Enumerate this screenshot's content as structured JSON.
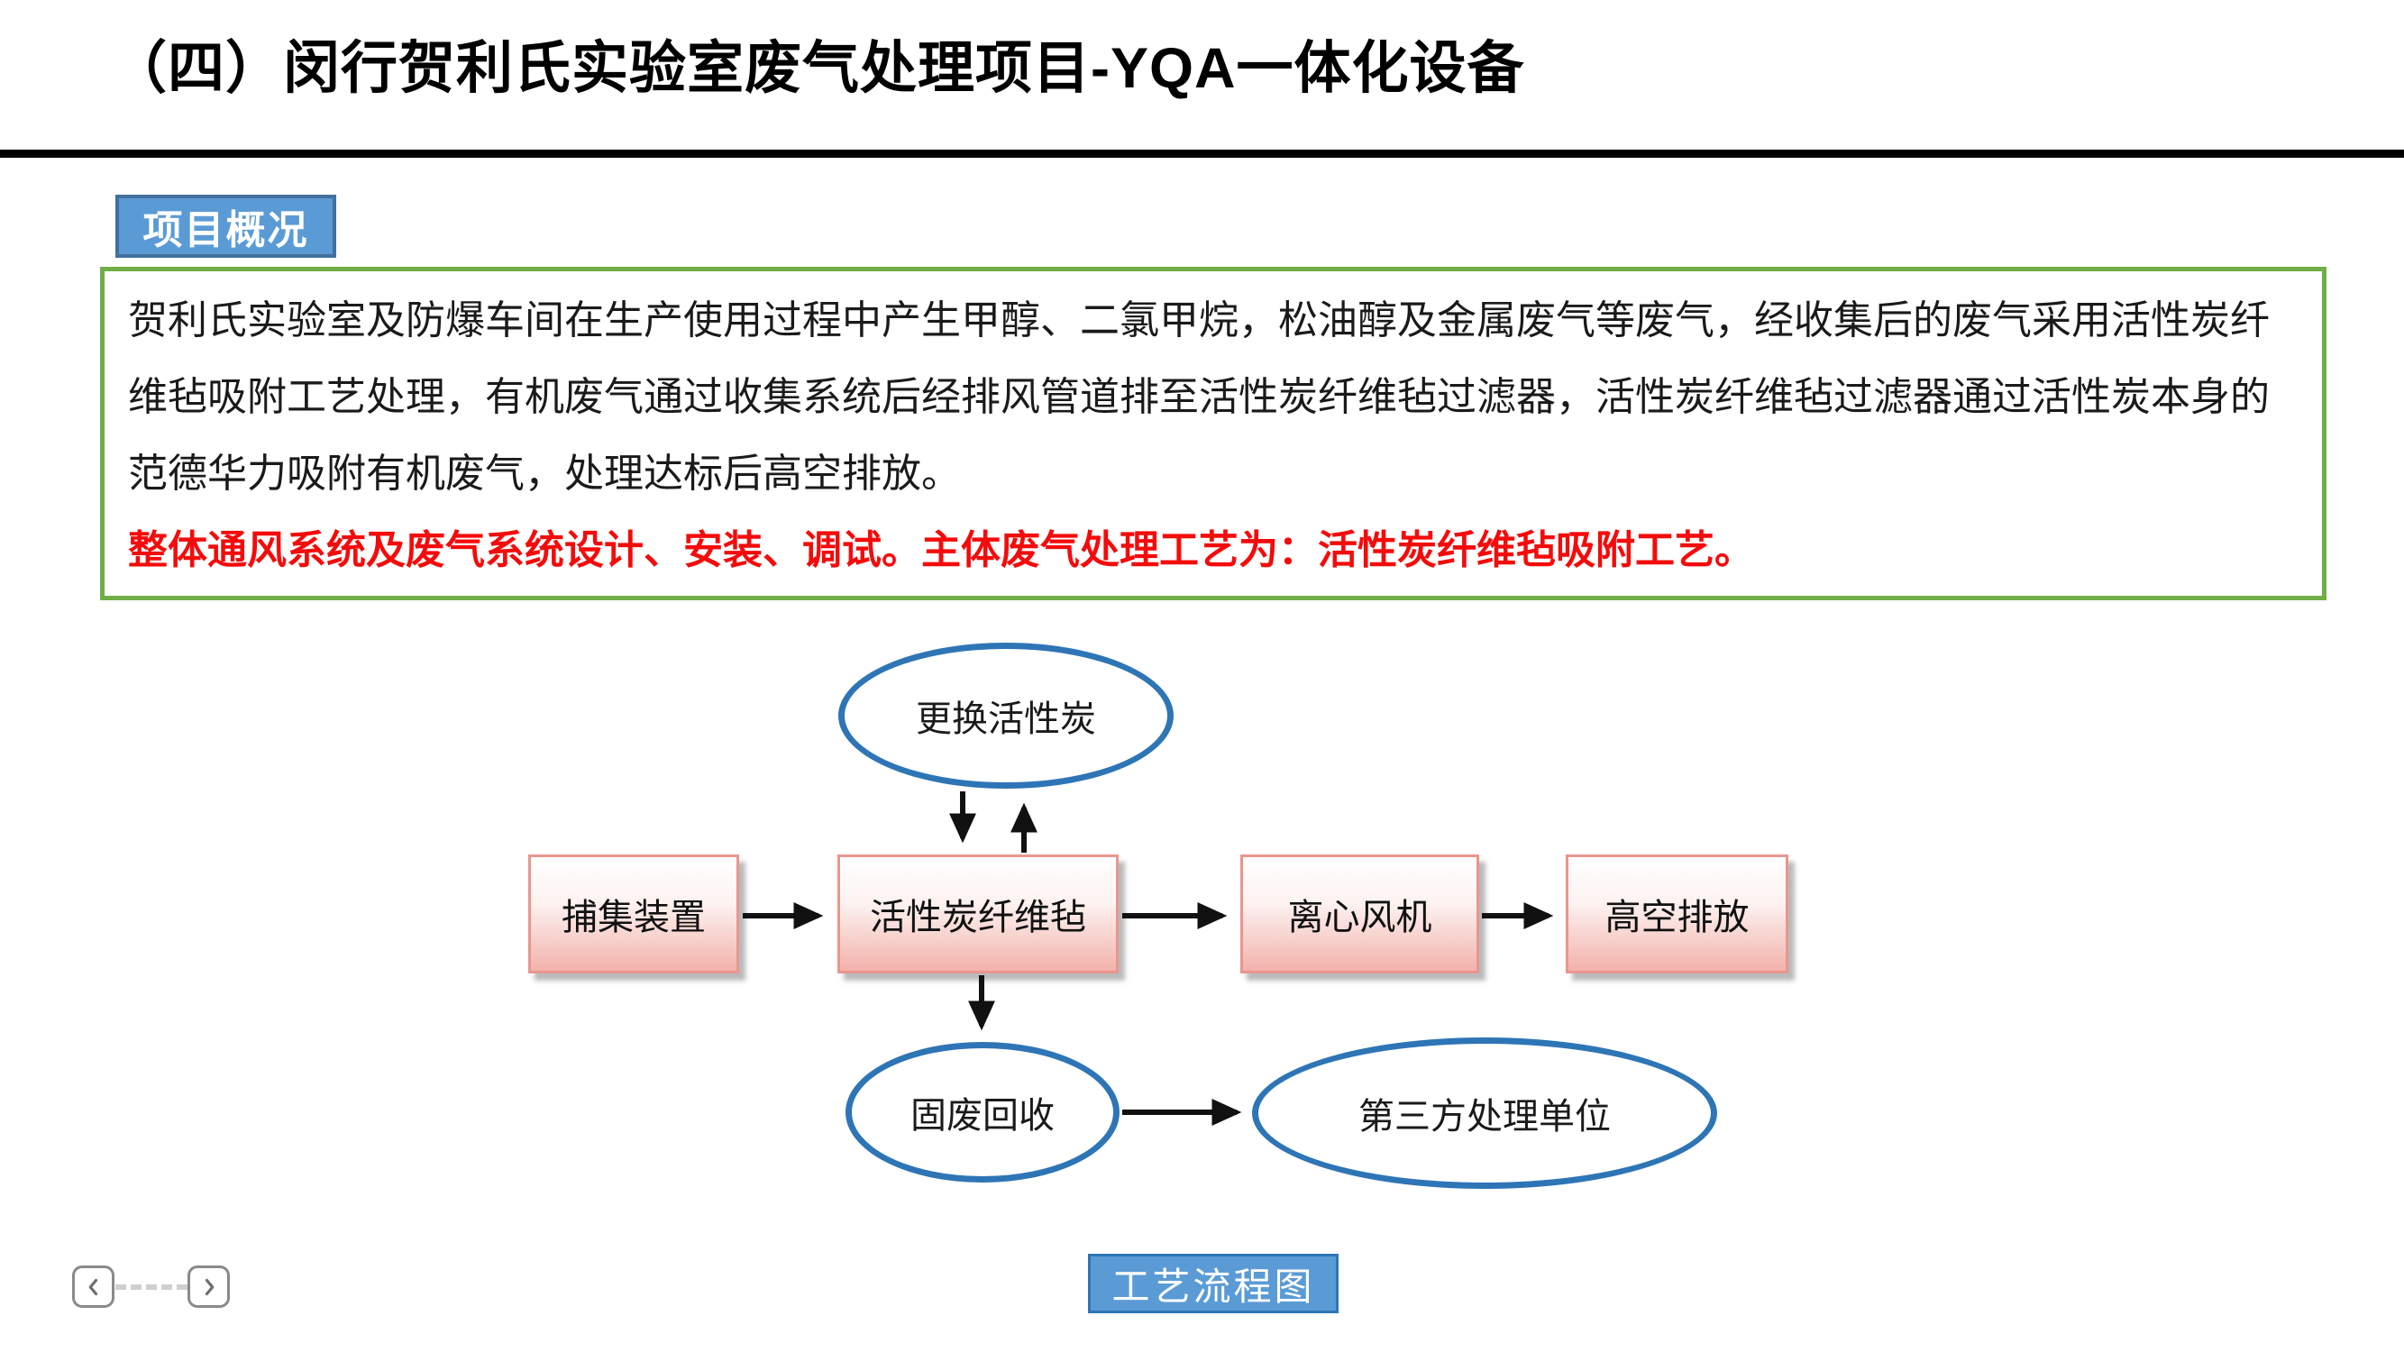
{
  "header": {
    "title": "（四）闵行贺利氏实验室废气处理项目-YQA一体化设备"
  },
  "overview": {
    "badge_label": "项目概况",
    "paragraph": "贺利氏实验室及防爆车间在生产使用过程中产生甲醇、二氯甲烷，松油醇及金属废气等废气，经收集后的废气采用活性炭纤维毡吸附工艺处理，有机废气通过收集系统后经排风管道排至活性炭纤维毡过滤器，活性炭纤维毡过滤器通过活性炭本身的范德华力吸附有机废气，处理达标后高空排放。",
    "highlight": "整体通风系统及废气系统设计、安装、调试。主体废气处理工艺为：活性炭纤维毡吸附工艺。"
  },
  "flowchart": {
    "top_ellipse": "更换活性炭",
    "boxes": [
      "捕集装置",
      "活性炭纤维毡",
      "离心风机",
      "高空排放"
    ],
    "bottom_ellipses": [
      "固废回收",
      "第三方处理单位"
    ]
  },
  "footer": {
    "caption_button": "工艺流程图",
    "prev_icon": "chevron-left",
    "next_icon": "chevron-right"
  },
  "colors": {
    "accent_blue": "#5b9bd5",
    "accent_blue_dark": "#2e75b6",
    "badge_border": "#41719c",
    "green_border": "#70ad47",
    "highlight_red": "#f40b0b",
    "box_pink": "#f2b2ab",
    "box_border_pink": "#e9968f",
    "arrow_black": "#111111"
  }
}
